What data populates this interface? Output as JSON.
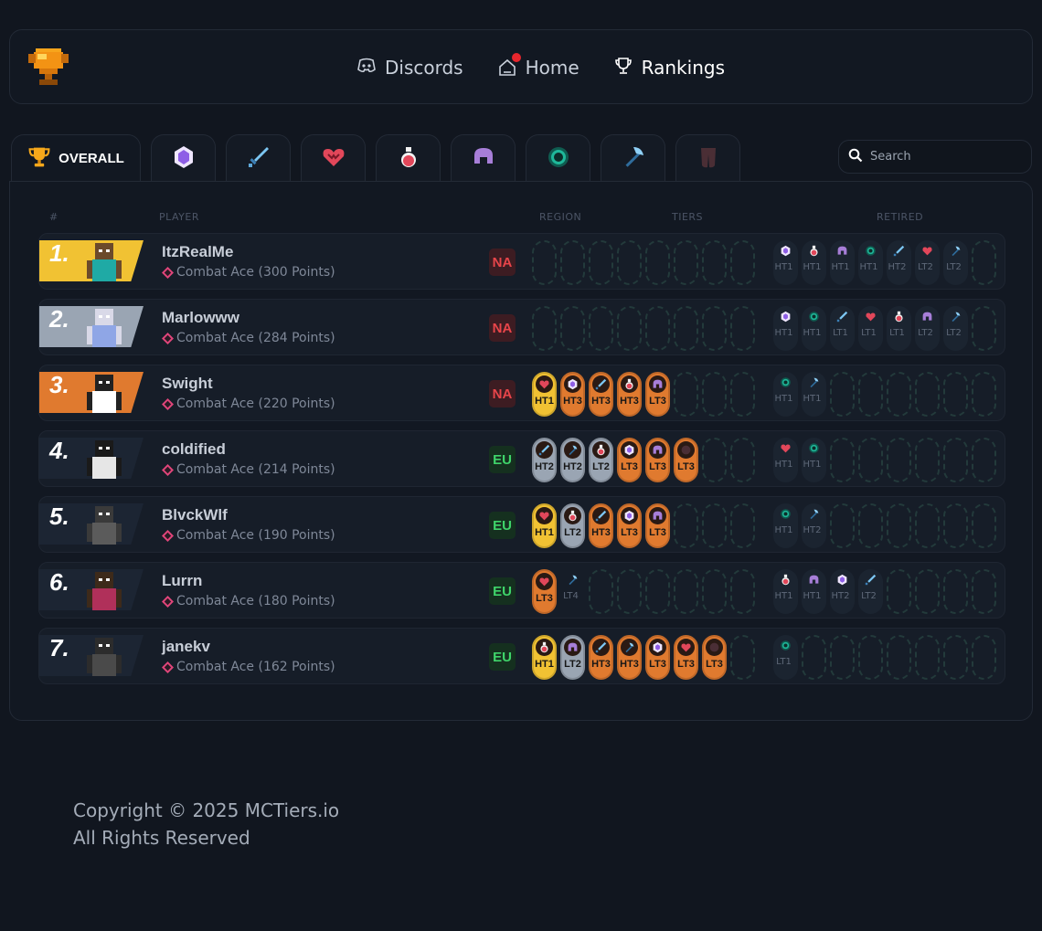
{
  "nav": {
    "items": [
      {
        "key": "discords",
        "label": "Discords",
        "icon": "discord-icon"
      },
      {
        "key": "home",
        "label": "Home",
        "icon": "home-icon",
        "notification": true
      },
      {
        "key": "rankings",
        "label": "Rankings",
        "icon": "trophy-icon",
        "active": true
      }
    ]
  },
  "tabs": {
    "overall_label": "OVERALL",
    "modes": [
      "crystal",
      "sword",
      "uhc",
      "pot",
      "nethop",
      "smp",
      "axe",
      "mace"
    ]
  },
  "search": {
    "placeholder": "Search"
  },
  "columns": {
    "rank": "#",
    "player": "PLAYER",
    "region": "REGION",
    "tiers": "TIERS",
    "retired": "RETIRED"
  },
  "colors": {
    "gold": "#f1c233",
    "silver": "#9aa5b3",
    "bronze": "#e07a2f",
    "na": "#e8454a",
    "eu": "#3fd46a",
    "background": "#11161f"
  },
  "players": [
    {
      "rank": "1.",
      "medal": "gold",
      "name": "ItzRealMe",
      "title": "Combat Ace (300 Points)",
      "region": "NA",
      "tiers": [],
      "retired": [
        {
          "mode": "crystal",
          "tier": "HT1"
        },
        {
          "mode": "pot",
          "tier": "HT1"
        },
        {
          "mode": "nethop",
          "tier": "HT1"
        },
        {
          "mode": "smp",
          "tier": "HT1"
        },
        {
          "mode": "sword",
          "tier": "HT2"
        },
        {
          "mode": "uhc",
          "tier": "LT2"
        },
        {
          "mode": "axe",
          "tier": "LT2"
        }
      ]
    },
    {
      "rank": "2.",
      "medal": "silver",
      "name": "Marlowww",
      "title": "Combat Ace (284 Points)",
      "region": "NA",
      "tiers": [],
      "retired": [
        {
          "mode": "crystal",
          "tier": "HT1"
        },
        {
          "mode": "smp",
          "tier": "HT1"
        },
        {
          "mode": "sword",
          "tier": "LT1"
        },
        {
          "mode": "uhc",
          "tier": "LT1"
        },
        {
          "mode": "pot",
          "tier": "LT1"
        },
        {
          "mode": "nethop",
          "tier": "LT2"
        },
        {
          "mode": "axe",
          "tier": "LT2"
        }
      ]
    },
    {
      "rank": "3.",
      "medal": "bronze",
      "name": "Swight",
      "title": "Combat Ace (220 Points)",
      "region": "NA",
      "tiers": [
        {
          "mode": "uhc",
          "tier": "HT1",
          "color": "gold"
        },
        {
          "mode": "crystal",
          "tier": "HT3",
          "color": "bronze"
        },
        {
          "mode": "sword",
          "tier": "HT3",
          "color": "bronze"
        },
        {
          "mode": "pot",
          "tier": "HT3",
          "color": "bronze"
        },
        {
          "mode": "nethop",
          "tier": "LT3",
          "color": "bronze"
        }
      ],
      "retired": [
        {
          "mode": "smp",
          "tier": "HT1"
        },
        {
          "mode": "axe",
          "tier": "HT1"
        }
      ]
    },
    {
      "rank": "4.",
      "medal": "plain",
      "name": "coldified",
      "title": "Combat Ace (214 Points)",
      "region": "EU",
      "tiers": [
        {
          "mode": "sword",
          "tier": "HT2",
          "color": "silver"
        },
        {
          "mode": "axe",
          "tier": "HT2",
          "color": "silver"
        },
        {
          "mode": "pot",
          "tier": "LT2",
          "color": "silver"
        },
        {
          "mode": "crystal",
          "tier": "LT3",
          "color": "bronze"
        },
        {
          "mode": "nethop",
          "tier": "LT3",
          "color": "bronze"
        },
        {
          "mode": "mace",
          "tier": "LT3",
          "color": "bronze"
        }
      ],
      "retired": [
        {
          "mode": "uhc",
          "tier": "HT1"
        },
        {
          "mode": "smp",
          "tier": "HT1"
        }
      ]
    },
    {
      "rank": "5.",
      "medal": "plain",
      "name": "BlvckWlf",
      "title": "Combat Ace (190 Points)",
      "region": "EU",
      "tiers": [
        {
          "mode": "uhc",
          "tier": "HT1",
          "color": "gold"
        },
        {
          "mode": "pot",
          "tier": "LT2",
          "color": "silver"
        },
        {
          "mode": "sword",
          "tier": "HT3",
          "color": "bronze"
        },
        {
          "mode": "crystal",
          "tier": "LT3",
          "color": "bronze"
        },
        {
          "mode": "nethop",
          "tier": "LT3",
          "color": "bronze"
        }
      ],
      "retired": [
        {
          "mode": "smp",
          "tier": "HT1"
        },
        {
          "mode": "axe",
          "tier": "HT2"
        }
      ]
    },
    {
      "rank": "6.",
      "medal": "plain",
      "name": "Lurrn",
      "title": "Combat Ace (180 Points)",
      "region": "EU",
      "tiers": [
        {
          "mode": "uhc",
          "tier": "LT3",
          "color": "bronze"
        },
        {
          "mode": "axe",
          "tier": "LT4",
          "color": "none"
        }
      ],
      "retired": [
        {
          "mode": "pot",
          "tier": "HT1"
        },
        {
          "mode": "nethop",
          "tier": "HT1"
        },
        {
          "mode": "crystal",
          "tier": "HT2"
        },
        {
          "mode": "sword",
          "tier": "LT2"
        }
      ]
    },
    {
      "rank": "7.",
      "medal": "plain",
      "name": "janekv",
      "title": "Combat Ace (162 Points)",
      "region": "EU",
      "tiers": [
        {
          "mode": "pot",
          "tier": "HT1",
          "color": "gold"
        },
        {
          "mode": "nethop",
          "tier": "LT2",
          "color": "silver"
        },
        {
          "mode": "sword",
          "tier": "HT3",
          "color": "bronze"
        },
        {
          "mode": "axe",
          "tier": "HT3",
          "color": "bronze"
        },
        {
          "mode": "crystal",
          "tier": "LT3",
          "color": "bronze"
        },
        {
          "mode": "uhc",
          "tier": "LT3",
          "color": "bronze"
        },
        {
          "mode": "mace",
          "tier": "LT3",
          "color": "bronze"
        }
      ],
      "retired": [
        {
          "mode": "smp",
          "tier": "LT1"
        }
      ]
    }
  ],
  "footer": {
    "line1": "Copyright © 2025 MCTiers.io",
    "line2": "All Rights Reserved"
  }
}
